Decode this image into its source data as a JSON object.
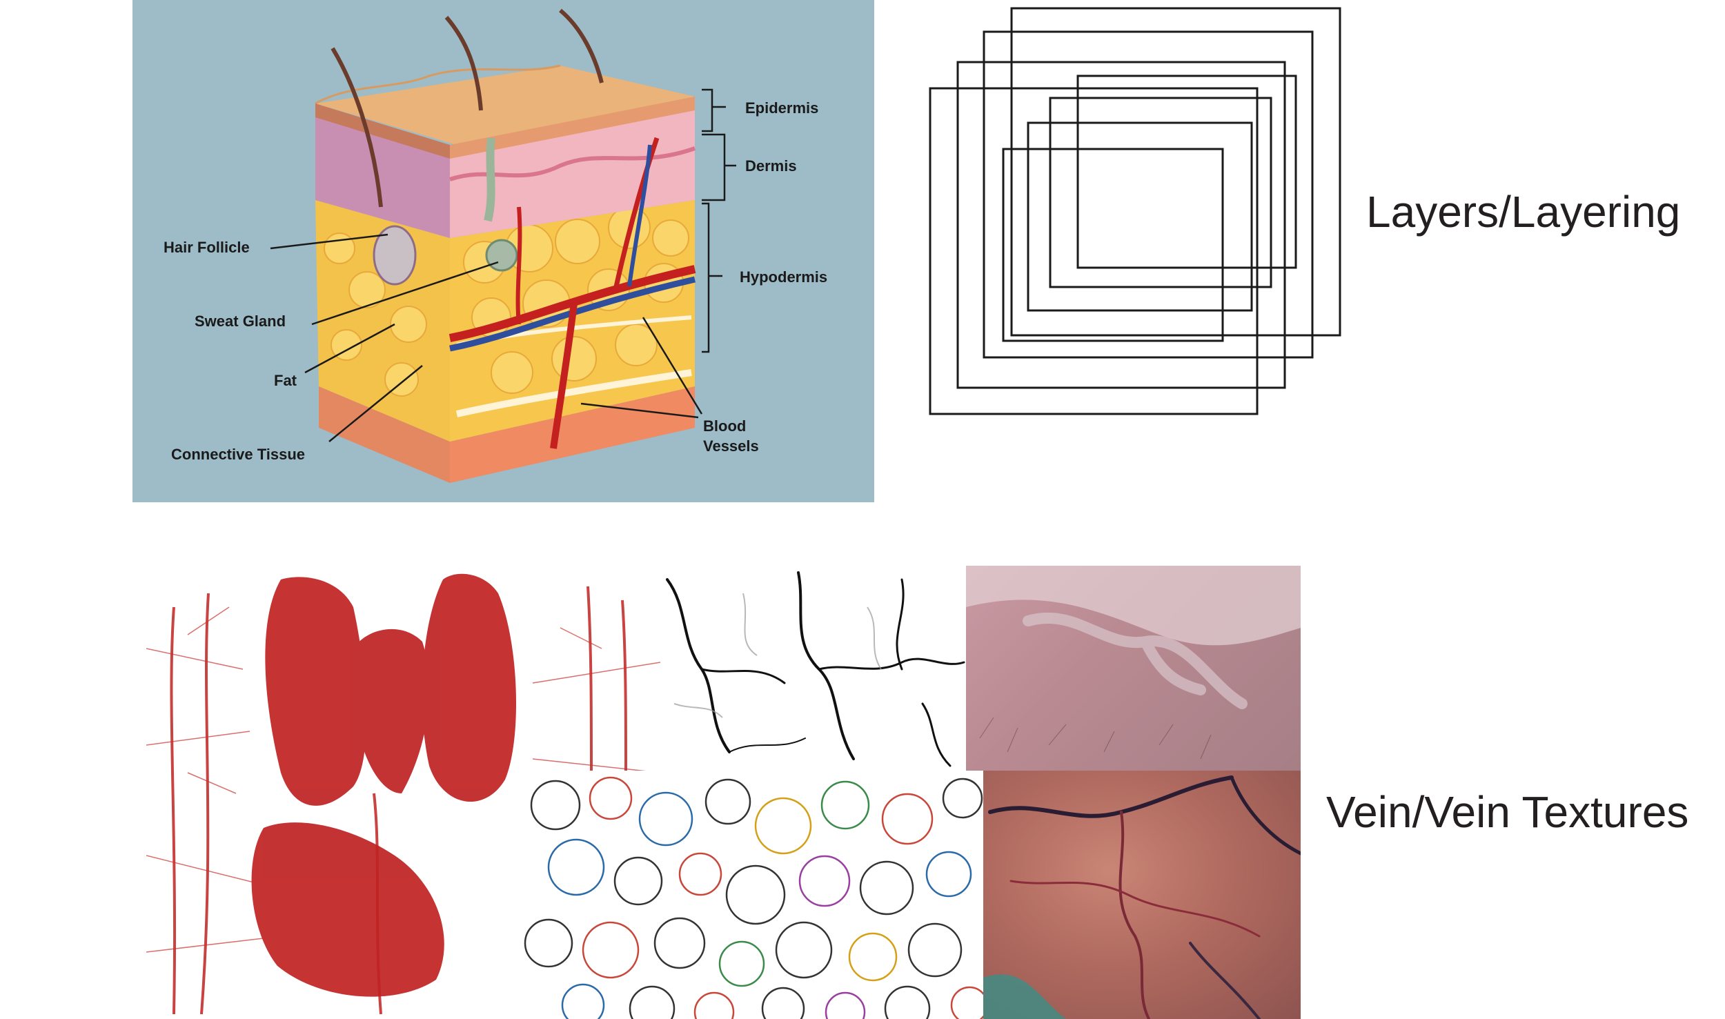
{
  "headings": {
    "layers": "Layers/Layering",
    "veins": "Vein/Vein Textures"
  },
  "skin_diagram": {
    "labels": {
      "epidermis": "Epidermis",
      "dermis": "Dermis",
      "hypodermis": "Hypodermis",
      "hair_follicle": "Hair Follicle",
      "sweat_gland": "Sweat Gland",
      "fat": "Fat",
      "connective_tissue": "Connective Tissue",
      "blood_line1": "Blood",
      "blood_line2": "Vessels"
    }
  },
  "colors": {
    "panel_bg": "#9dbcc7",
    "vessel_red": "#c42020",
    "fat_yellow": "#f5c542",
    "skin_top": "#e9b37a"
  }
}
